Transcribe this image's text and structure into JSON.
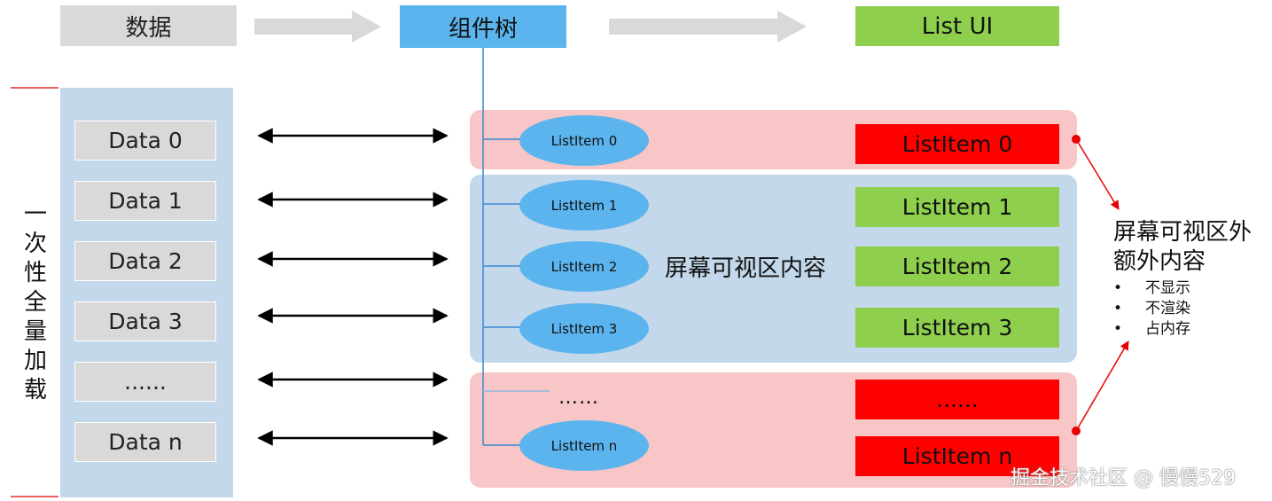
{
  "headers": {
    "data": "数据",
    "tree": "组件树",
    "ui": "List UI"
  },
  "left_label": "一次性全量加载",
  "data_items": [
    "Data 0",
    "Data 1",
    "Data 2",
    "Data 3",
    "......",
    "Data n"
  ],
  "tree_items": [
    "ListItem 0",
    "ListItem 1",
    "ListItem 2",
    "ListItem 3",
    "ListItem n"
  ],
  "tree_ellipsis": "……",
  "ui_items": [
    "ListItem 0",
    "ListItem 1",
    "ListItem 2",
    "ListItem 3",
    "......",
    "ListItem n"
  ],
  "visible_area_label": "屏幕可视区内容",
  "outside_area": {
    "title": "屏幕可视区外额外内容",
    "bullets": [
      "不显示",
      "不渲染",
      "占内存"
    ]
  },
  "watermark": "掘金技术社区 @ 慢慢529",
  "colors": {
    "header_gray": "#d9d9d9",
    "header_blue": "#5bb4ee",
    "header_green": "#8ecf4d",
    "zone_pink": "#f8c6c6",
    "zone_blue": "#c3d8ea",
    "ui_red": "#ff0000",
    "ui_green": "#8ecf4d"
  }
}
